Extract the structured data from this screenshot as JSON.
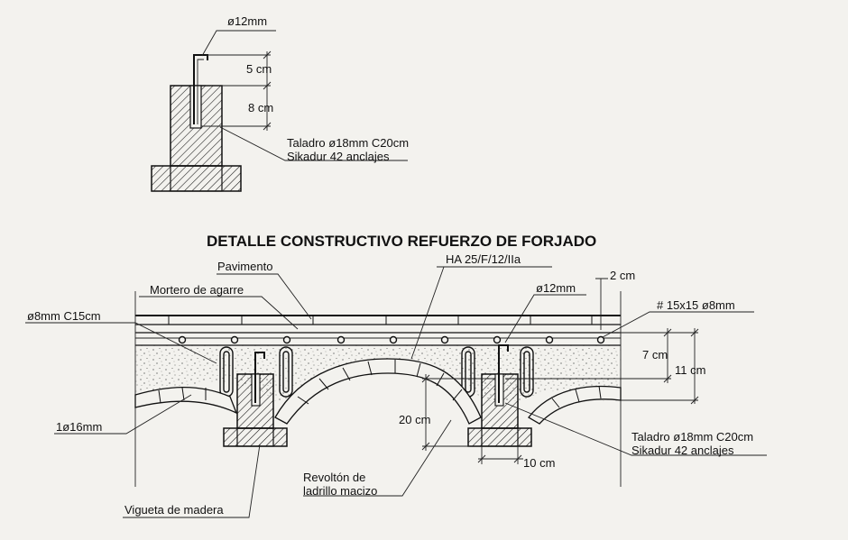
{
  "detail_top": {
    "bar_label": "ø12mm",
    "dim_5": "5 cm",
    "dim_8": "8 cm",
    "drill_line1": "Taladro ø18mm C20cm",
    "drill_line2": "Sikadur 42 anclajes"
  },
  "section": {
    "title": "DETALLE CONSTRUCTIVO REFUERZO DE FORJADO",
    "pavimento": "Pavimento",
    "concrete": "HA 25/F/12/IIa",
    "dim_2": "2 cm",
    "mortero": "Mortero de agarre",
    "bar12": "ø12mm",
    "mesh": "# 15x15 ø8mm",
    "stirrups": "ø8mm C15cm",
    "dim_7": "7 cm",
    "dim_11": "11 cm",
    "long_bar": "1ø16mm",
    "dim_20": "20 cm",
    "drill_line1": "Taladro ø18mm C20cm",
    "drill_line2": "Sikadur 42 anclajes",
    "dim_10": "10 cm",
    "revolton_line1": "Revoltón de",
    "revolton_line2": "ladrillo macizo",
    "vigueta": "Vigueta de madera"
  }
}
